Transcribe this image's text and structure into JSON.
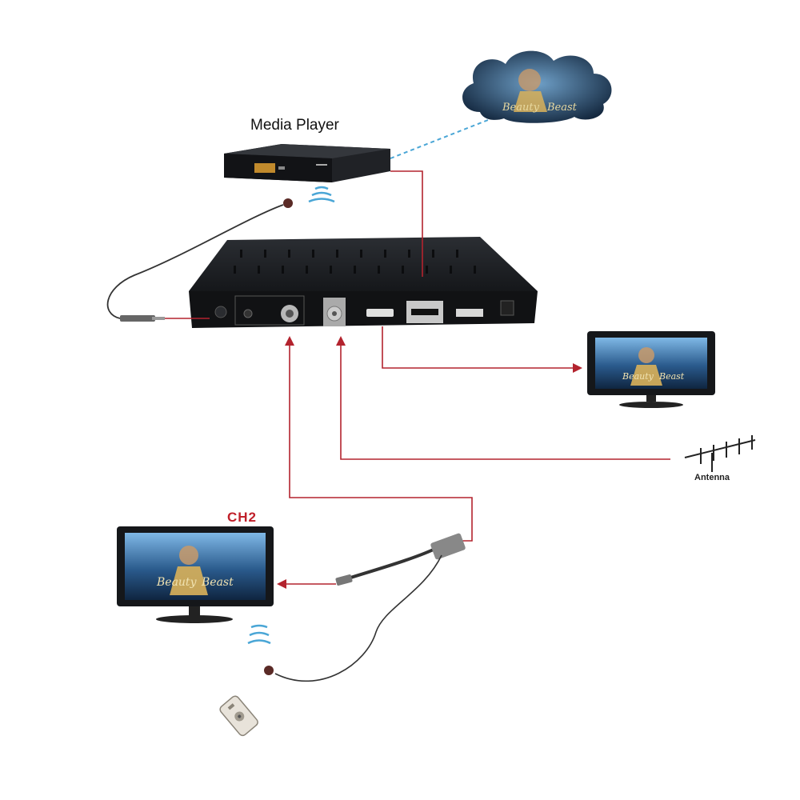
{
  "labels": {
    "media_player": "Media Player",
    "ch2": "CH2",
    "antenna": "Antenna"
  },
  "screen_text": {
    "line1": "Beauty",
    "line2": "Beast"
  },
  "colors": {
    "red_cable": "#b3232e",
    "blue_wireless": "#4aa6d6",
    "device_body": "#1b1d20",
    "cloud": "#1d3550",
    "ch2_label": "#c0202a"
  },
  "icons": [
    "cloud-icon",
    "media-player-device",
    "modulator-box",
    "tv-icon",
    "antenna-icon",
    "ir-extender-icon",
    "remote-icon",
    "ir-wave-icon"
  ]
}
